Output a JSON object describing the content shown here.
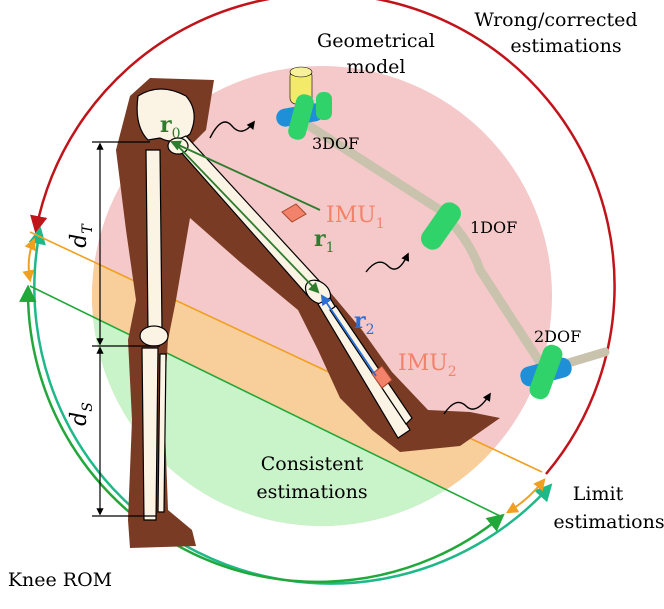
{
  "labels": {
    "geometrical_model_line1": "Geometrical",
    "geometrical_model_line2": "model",
    "wrong_line1": "Wrong/corrected",
    "wrong_line2": "estimations",
    "consistent_line1": "Consistent",
    "consistent_line2": "estimations",
    "limit_line1": "Limit",
    "limit_line2": "estimations",
    "knee_rom": "Knee ROM",
    "dof3": "3DOF",
    "dof1": "1DOF",
    "dof2": "2DOF",
    "imu1_base": "IMU",
    "imu1_sub": "1",
    "imu2_base": "IMU",
    "imu2_sub": "2",
    "r0_base": "r",
    "r0_sub": "0",
    "r1_base": "r",
    "r1_sub": "1",
    "r2_base": "r",
    "r2_sub": "2",
    "dT_base": "d",
    "dT_sub": "T",
    "dS_base": "d",
    "dS_sub": "S"
  },
  "colors": {
    "leg_brown": "#7a3b24",
    "bone": "#fbf3e4",
    "red_zone": "#f5c9c9",
    "green_zone": "#c9f3c9",
    "orange_zone": "#f8cf9a",
    "arc_red": "#c0141a",
    "arc_green": "#22a83a",
    "arc_teal": "#1fb888",
    "arrow_orange": "#f0a020",
    "imu_text": "#f2826a",
    "r_green": "#2e7d2e",
    "r_blue": "#2a6fd6",
    "link_gray": "#c9c2ac",
    "joint_green": "#2fd36a",
    "joint_blue": "#1f8fd8",
    "joint_yellow": "#f3ea6a"
  }
}
